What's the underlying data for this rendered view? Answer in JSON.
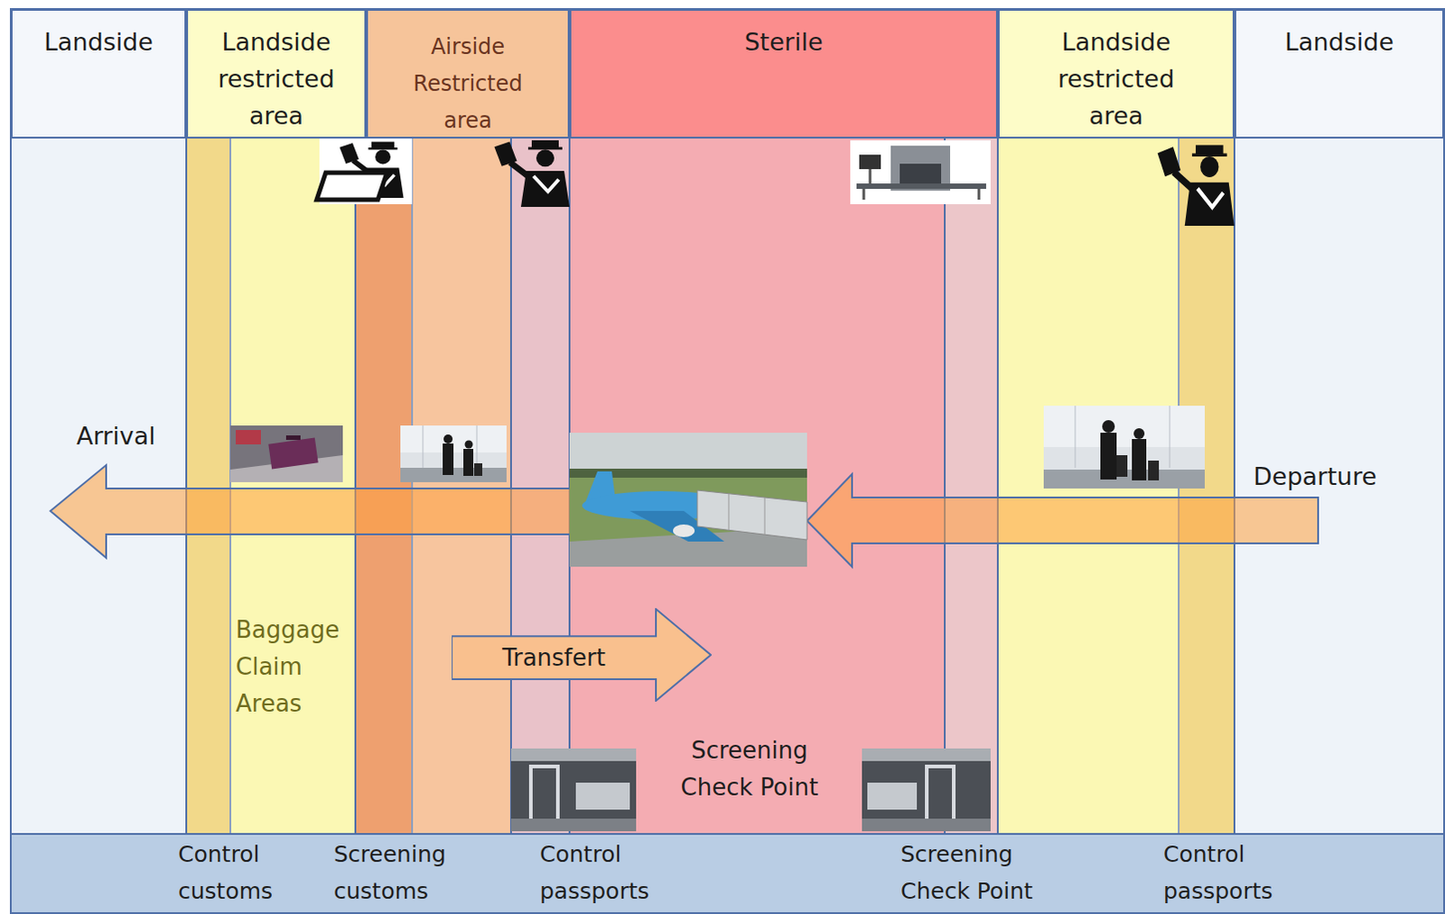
{
  "diagram": {
    "nodes": [
      {
        "text": [
          "Landside"
        ]
      },
      {
        "text": [
          "Landside restricted area"
        ]
      },
      {
        "text": [
          "Airside Restricted area"
        ]
      },
      {
        "text": [
          "Sterile"
        ]
      },
      {
        "text": [
          "Landside restricted area"
        ]
      },
      {
        "text": [
          "Landside"
        ]
      },
      {
        "text": [
          "Transfert"
        ]
      }
    ],
    "labels": [
      "Arrival",
      "Baggage Claim Areas",
      "Screening Check Point",
      "Departure",
      "Control customs",
      "Screening customs",
      "Control passports",
      "Screening Check Point",
      "Control passports"
    ]
  }
}
